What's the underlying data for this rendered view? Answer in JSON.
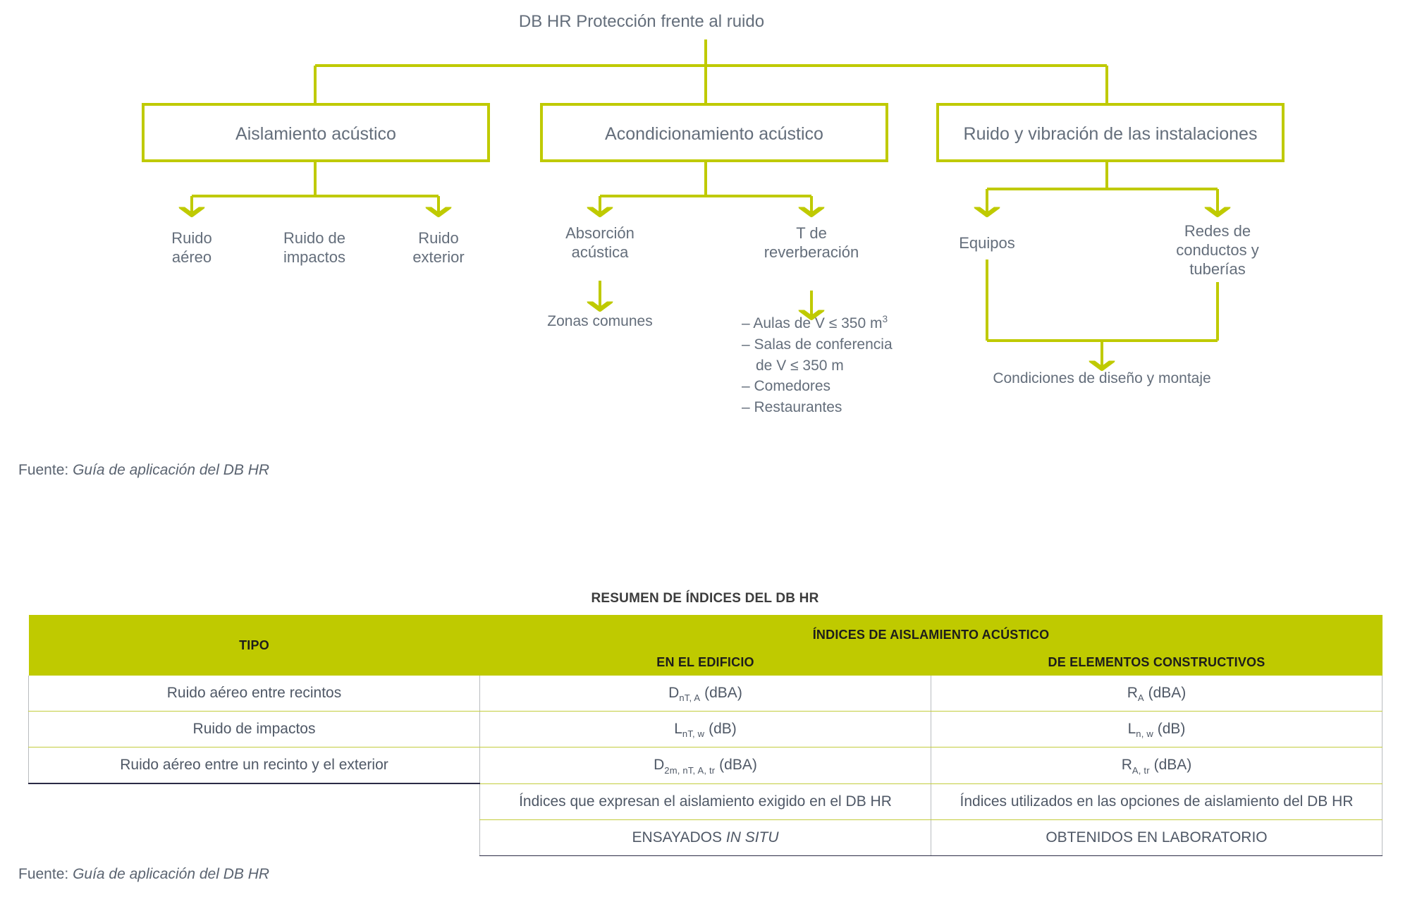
{
  "diagram": {
    "root": "DB HR Protección frente al ruido",
    "branches": [
      {
        "label": "Aislamiento acústico",
        "leaves": [
          "Ruido\naéreo",
          "Ruido de\nimpactos",
          "Ruido\nexterior"
        ]
      },
      {
        "label": "Acondicionamiento acústico",
        "leaves": [
          "Absorción\nacústica",
          "T de\nreverberación"
        ],
        "sub_left": "Zonas comunes",
        "sub_right_items": [
          "– Aulas de V ≤ 350 m",
          "– Salas de conferencia",
          "de V ≤ 350 m",
          "– Comedores",
          "– Restaurantes"
        ],
        "sub_right_superscript": "3"
      },
      {
        "label": "Ruido y vibración de las instalaciones",
        "leaves": [
          "Equipos",
          "Redes de\nconductos y\ntuberías"
        ],
        "merge_label": "Condiciones de diseño y montaje"
      }
    ],
    "source_prefix": "Fuente: ",
    "source_italic": "Guía de aplicación del DB HR"
  },
  "table": {
    "title": "RESUMEN DE ÍNDICES DEL DB HR",
    "header": {
      "col1": "TIPO",
      "group": "ÍNDICES DE AISLAMIENTO ACÚSTICO",
      "col2": "EN EL EDIFICIO",
      "col3": "DE ELEMENTOS CONSTRUCTIVOS"
    },
    "rows": [
      {
        "tipo": "Ruido aéreo entre recintos",
        "edificio_main": "D",
        "edificio_sub": "nT, A",
        "edificio_tail": " (dBA)",
        "elemento_main": "R",
        "elemento_sub": "A",
        "elemento_tail": " (dBA)"
      },
      {
        "tipo": "Ruido de impactos",
        "edificio_main": "L",
        "edificio_sub": "nT, w",
        "edificio_tail": " (dB)",
        "elemento_main": "L",
        "elemento_sub": "n, w",
        "elemento_tail": " (dB)"
      },
      {
        "tipo": "Ruido aéreo entre un recinto y el exterior",
        "edificio_main": "D",
        "edificio_sub": "2m, nT, A, tr",
        "edificio_tail": " (dBA)",
        "elemento_main": "R",
        "elemento_sub": "A, tr",
        "elemento_tail": " (dBA)"
      }
    ],
    "footer_rows": [
      {
        "edificio": "Índices que expresan el aislamiento exigido en el DB HR",
        "elemento": "Índices utilizados en las opciones de aislamiento del DB HR"
      },
      {
        "edificio_pre": "ENSAYADOS ",
        "edificio_italic": "IN SITU",
        "elemento": "OBTENIDOS EN LABORATORIO"
      }
    ],
    "source_prefix": "Fuente: ",
    "source_italic": "Guía de aplicación del DB HR"
  },
  "colors": {
    "green": "#bfca00",
    "green_line": "#c3cd3d",
    "text": "#646e7b"
  }
}
